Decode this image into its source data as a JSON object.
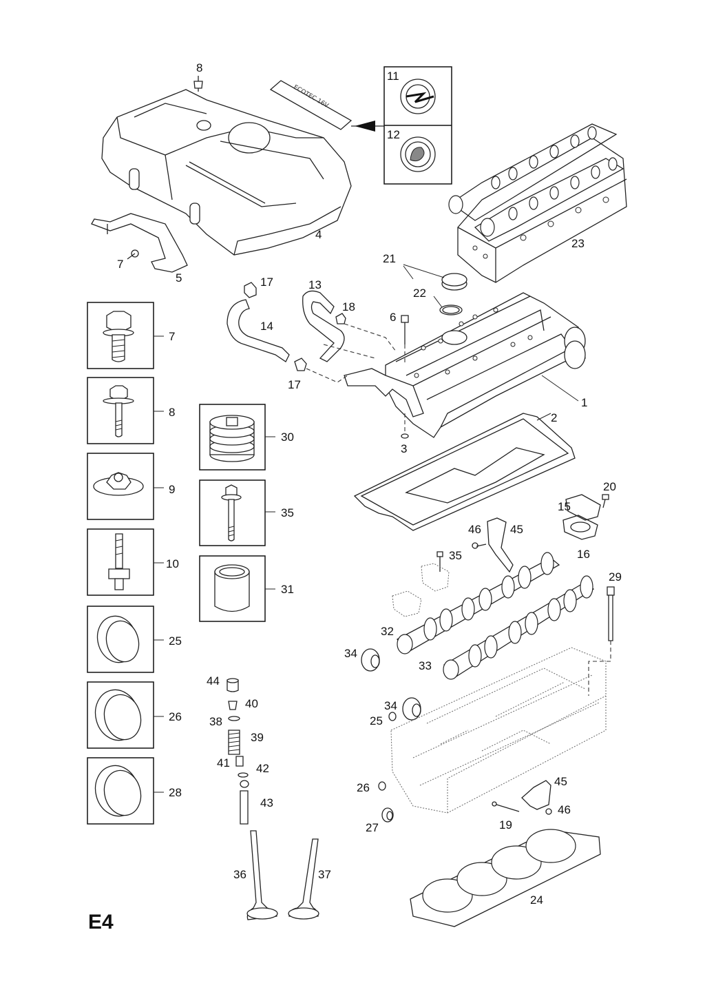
{
  "page_code": "E4",
  "labels": {
    "p1": "1",
    "p2": "2",
    "p3": "3",
    "p4": "4",
    "p5": "5",
    "p6": "6",
    "p7a": "7",
    "p7b": "7",
    "p8a": "8",
    "p8b": "8",
    "p9": "9",
    "p10": "10",
    "p11": "11",
    "p12": "12",
    "p13": "13",
    "p14": "14",
    "p15": "15",
    "p16": "16",
    "p17a": "17",
    "p17b": "17",
    "p18": "18",
    "p19": "19",
    "p20": "20",
    "p21": "21",
    "p22": "22",
    "p23": "23",
    "p24": "24",
    "p25a": "25",
    "p25b": "25",
    "p26a": "26",
    "p26b": "26",
    "p27": "27",
    "p28": "28",
    "p29": "29",
    "p30": "30",
    "p31": "31",
    "p32": "32",
    "p33": "33",
    "p34a": "34",
    "p34b": "34",
    "p35a": "35",
    "p35b": "35",
    "p36": "36",
    "p37": "37",
    "p38": "38",
    "p39": "39",
    "p40": "40",
    "p41": "41",
    "p42": "42",
    "p43": "43",
    "p44": "44",
    "p45a": "45",
    "p45b": "45",
    "p46a": "46",
    "p46b": "46"
  },
  "icons": [
    "opel-logo-icon",
    "vauxhall-griffin-icon"
  ]
}
